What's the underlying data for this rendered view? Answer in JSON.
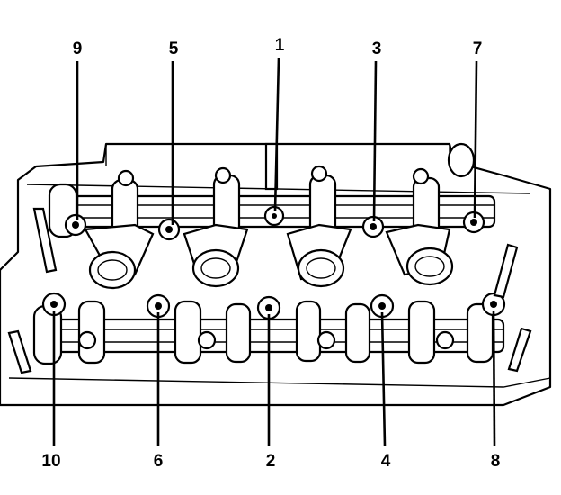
{
  "colors": {
    "ink": "#000000",
    "paper": "#ffffff"
  },
  "callouts": {
    "top": [
      {
        "label": "9"
      },
      {
        "label": "5"
      },
      {
        "label": "1"
      },
      {
        "label": "3"
      },
      {
        "label": "7"
      }
    ],
    "bottom": [
      {
        "label": "10"
      },
      {
        "label": "6"
      },
      {
        "label": "2"
      },
      {
        "label": "4"
      },
      {
        "label": "8"
      }
    ]
  }
}
